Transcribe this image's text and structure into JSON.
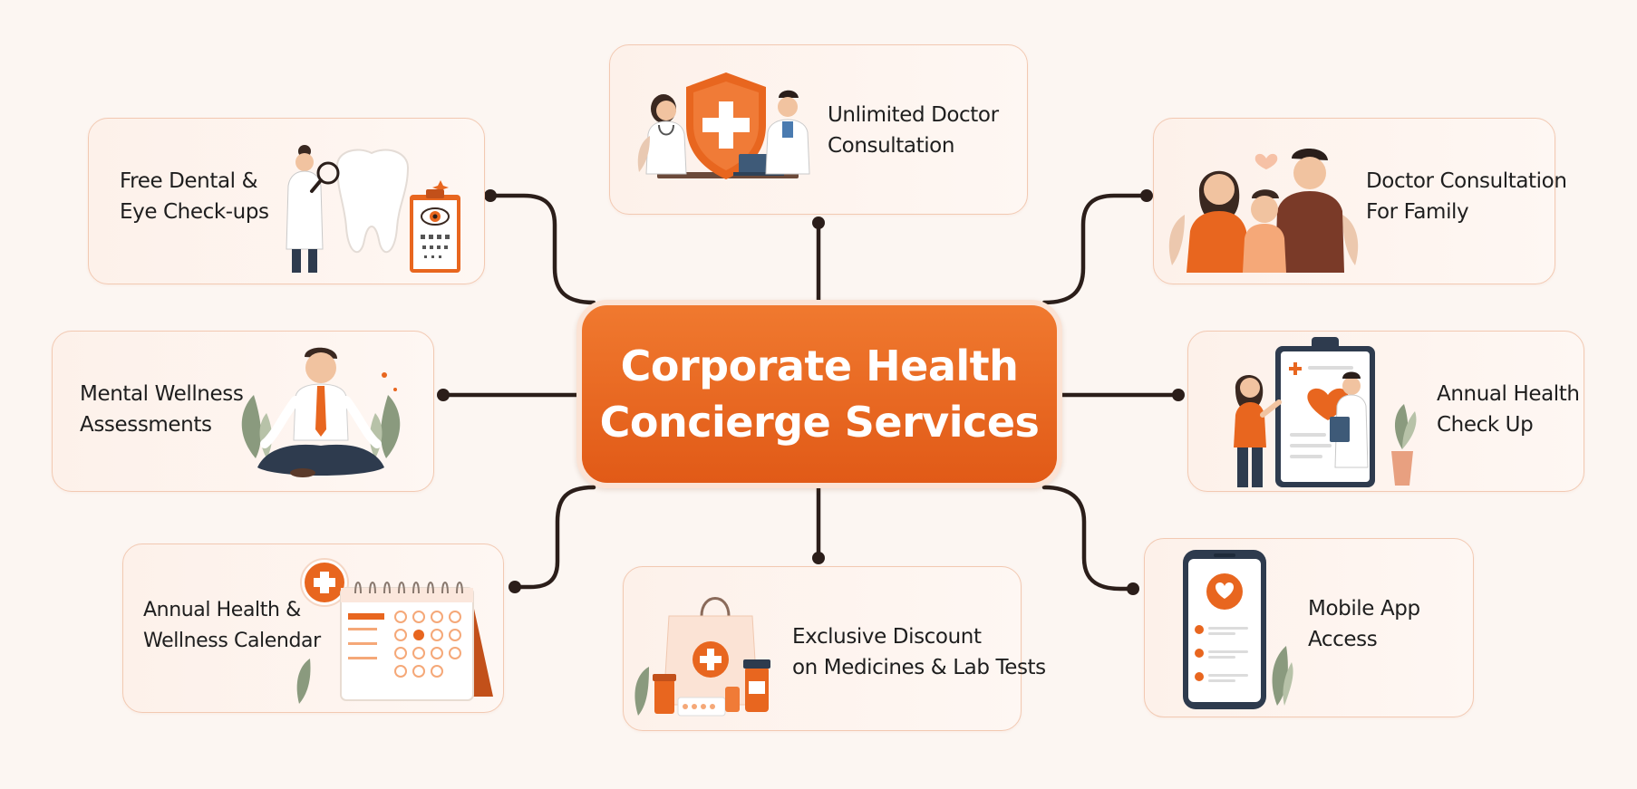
{
  "center": {
    "title_line1": "Corporate Health",
    "title_line2": "Concierge Services"
  },
  "colors": {
    "accent": "#e8661f",
    "accent_light": "#f5a878",
    "card_border": "#f2c9b2",
    "card_bg": "#fdf1ea",
    "connector": "#2b1e1a",
    "background": "#fcf6f2"
  },
  "services": {
    "doctor_consultation": {
      "line1": "Unlimited Doctor",
      "line2": "Consultation",
      "icon": "doctors-shield-icon"
    },
    "dental_eye": {
      "line1": "Free Dental &",
      "line2": "Eye Check-ups",
      "icon": "tooth-eye-chart-icon"
    },
    "family_consultation": {
      "line1": "Doctor Consultation",
      "line2": "For Family",
      "icon": "family-icon"
    },
    "mental_wellness": {
      "line1": "Mental Wellness",
      "line2": "Assessments",
      "icon": "meditating-man-icon"
    },
    "annual_checkup": {
      "line1": "Annual Health",
      "line2": "Check Up",
      "icon": "clipboard-doctor-icon"
    },
    "wellness_calendar": {
      "line1": "Annual Health &",
      "line2": "Wellness Calendar",
      "icon": "calendar-icon"
    },
    "medicine_discount": {
      "line1": "Exclusive Discount",
      "line2": "on Medicines & Lab Tests",
      "icon": "medicine-bag-icon"
    },
    "mobile_app": {
      "line1": "Mobile App",
      "line2": "Access",
      "icon": "mobile-phone-icon"
    }
  }
}
